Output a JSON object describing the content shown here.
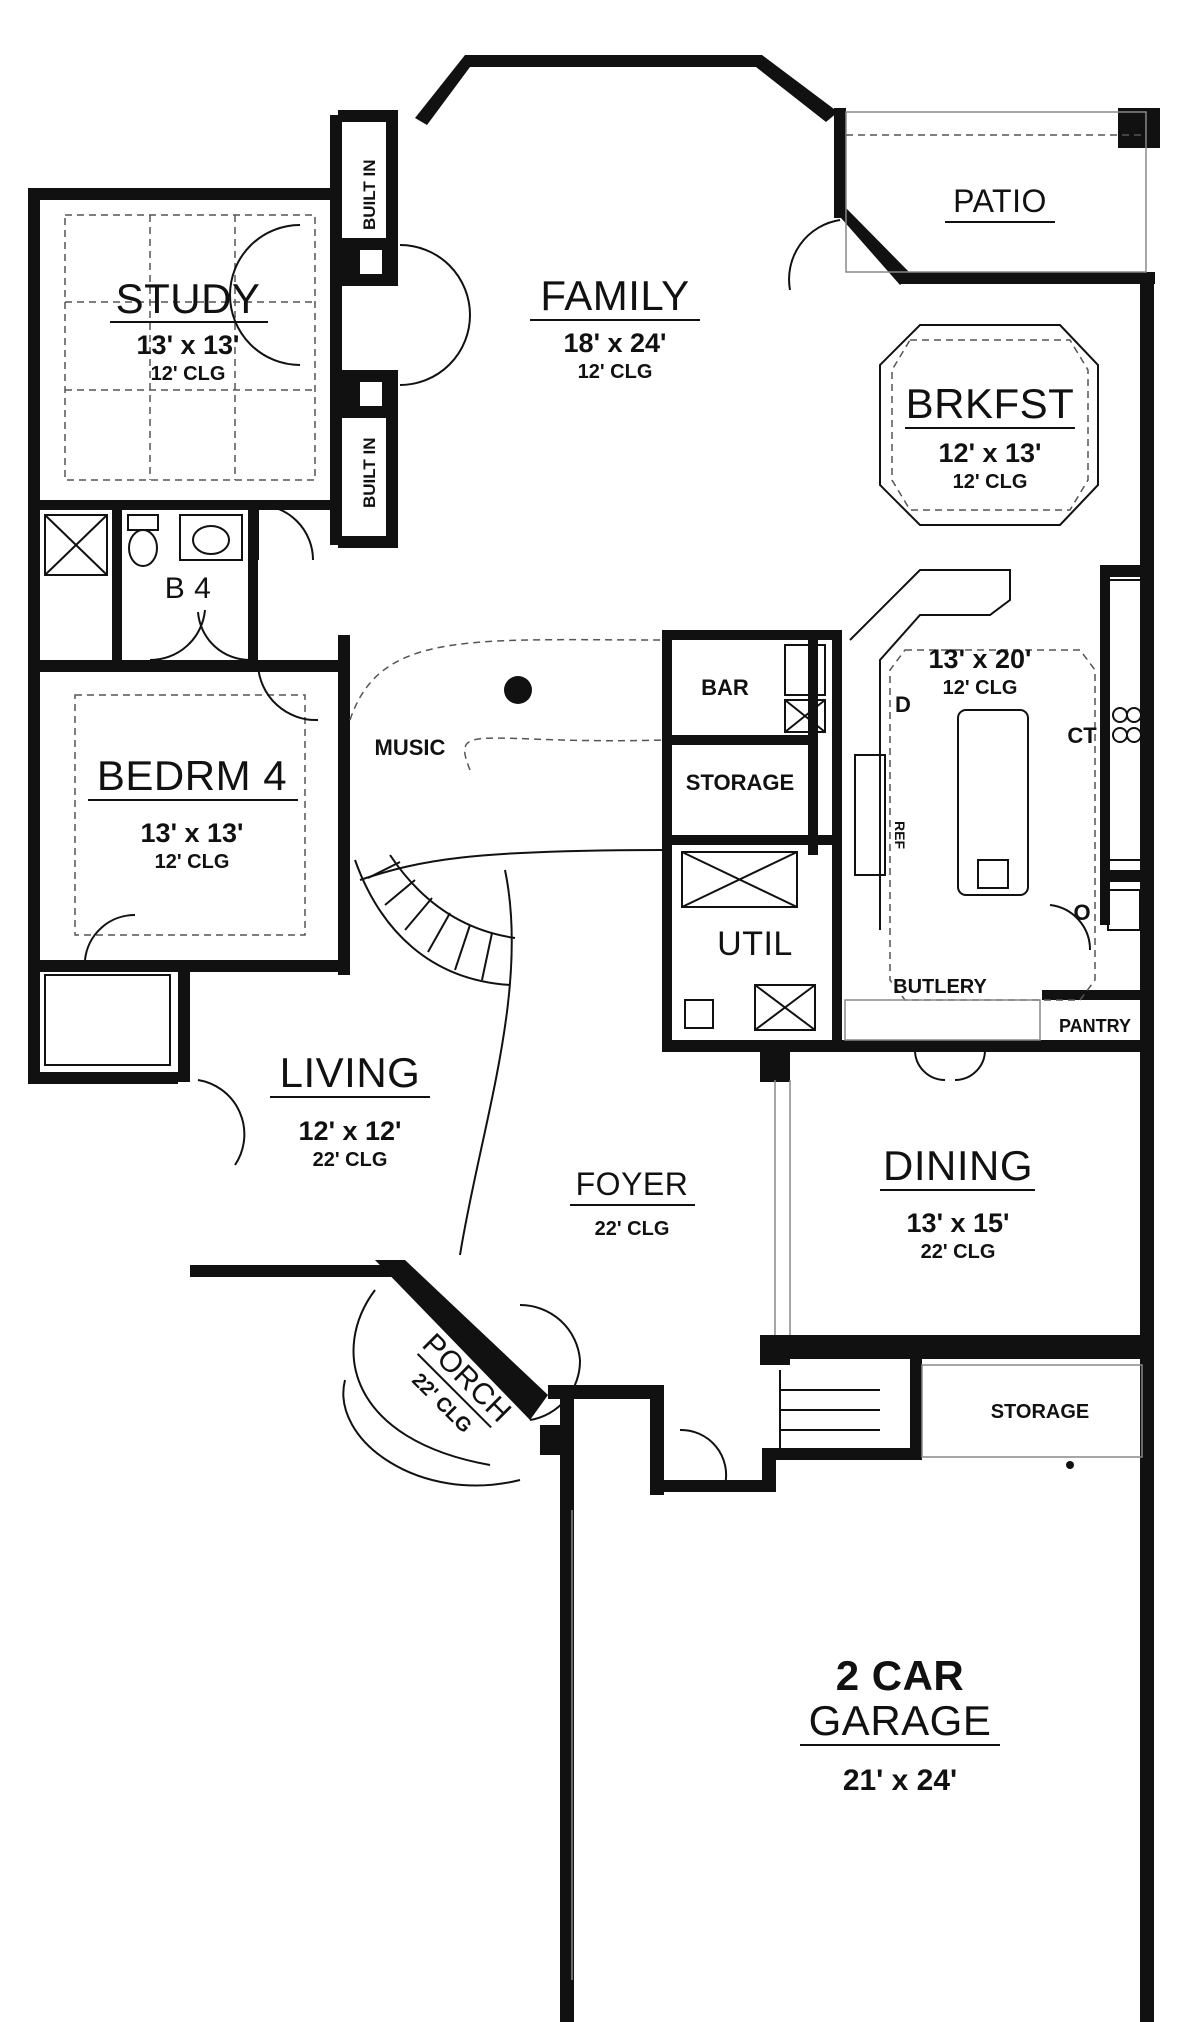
{
  "rooms": {
    "study": {
      "name": "STUDY",
      "dims": "13' x 13'",
      "clg": "12' CLG"
    },
    "family": {
      "name": "FAMILY",
      "dims": "18' x 24'",
      "clg": "12' CLG"
    },
    "patio": {
      "name": "PATIO"
    },
    "brkfst": {
      "name": "BRKFST",
      "dims": "12' x 13'",
      "clg": "12' CLG"
    },
    "b4": {
      "name": "B 4"
    },
    "bedrm4": {
      "name": "BEDRM 4",
      "dims": "13' x 13'",
      "clg": "12' CLG"
    },
    "music": {
      "name": "MUSIC"
    },
    "bar": {
      "name": "BAR"
    },
    "storage_mid": {
      "name": "STORAGE"
    },
    "kitchen": {
      "dims": "13' x 20'",
      "clg": "12' CLG"
    },
    "util": {
      "name": "UTIL"
    },
    "butlery": {
      "name": "BUTLERY"
    },
    "pantry": {
      "name": "PANTRY"
    },
    "living": {
      "name": "LIVING",
      "dims": "12' x 12'",
      "clg": "22' CLG"
    },
    "foyer": {
      "name": "FOYER",
      "clg": "22' CLG"
    },
    "dining": {
      "name": "DINING",
      "dims": "13' x 15'",
      "clg": "22' CLG"
    },
    "porch": {
      "name": "PORCH",
      "clg": "22' CLG"
    },
    "storage_garage": {
      "name": "STORAGE"
    },
    "garage": {
      "name_line1": "2 CAR",
      "name_line2": "GARAGE",
      "dims": "21' x 24'"
    }
  },
  "labels": {
    "built_in_1": "BUILT IN",
    "built_in_2": "BUILT IN",
    "d": "D",
    "ct": "CT",
    "o": "O",
    "ref": "REF"
  }
}
